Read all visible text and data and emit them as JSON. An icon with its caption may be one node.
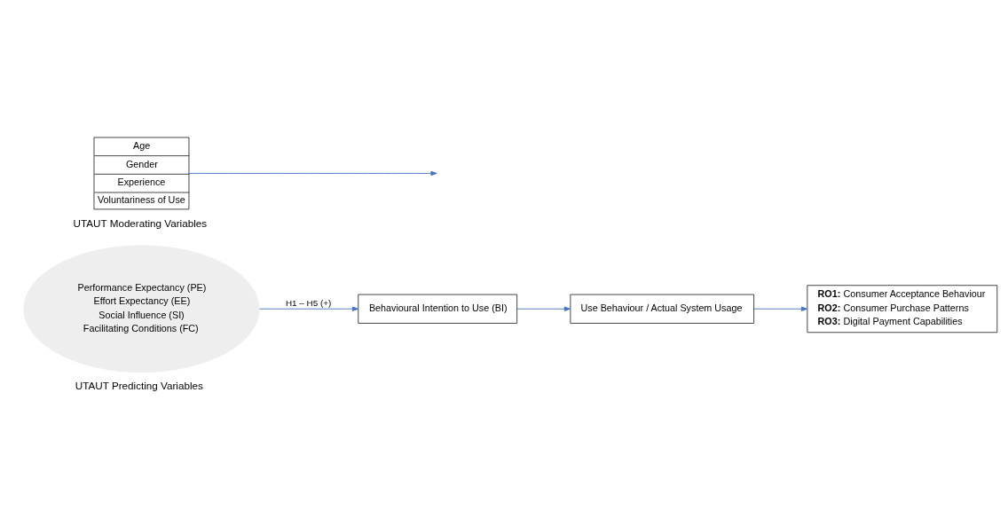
{
  "diagram": {
    "nodes": [
      {
        "text": [
          "Performance Expectancy (PE)",
          "Effort Expectancy (EE)",
          "Social Influence (SI)",
          "Facilitating Conditions (FC)"
        ],
        "beside": [
          "UTAUT Predicting Variables"
        ]
      },
      {
        "text": [
          "Behavioural Intention to Use (BI)"
        ]
      },
      {
        "text": [
          "Use Behaviour / Actual System Usage"
        ]
      },
      {
        "text": [
          "**RO1:** Consumer Acceptance Behaviour",
          "**RO2:** Consumer Purchase Patterns",
          "**RO3:** Digital Payment Capabilities"
        ]
      },
      {
        "text": [
          "Age",
          "Gender",
          "Experience",
          "Voluntariness of Use"
        ],
        "beside": [
          "UTAUT Moderating Variables"
        ]
      }
    ],
    "edges": [
      {
        "from": 0,
        "to": 1,
        "arrow": "to",
        "label": "H1 – H5 (+)"
      },
      {
        "from": 1,
        "to": 2,
        "arrow": "to"
      },
      {
        "from": 2,
        "to": 3,
        "arrow": "to"
      },
      {
        "from": 4,
        "to": null,
        "arrow": "to"
      }
    ]
  }
}
